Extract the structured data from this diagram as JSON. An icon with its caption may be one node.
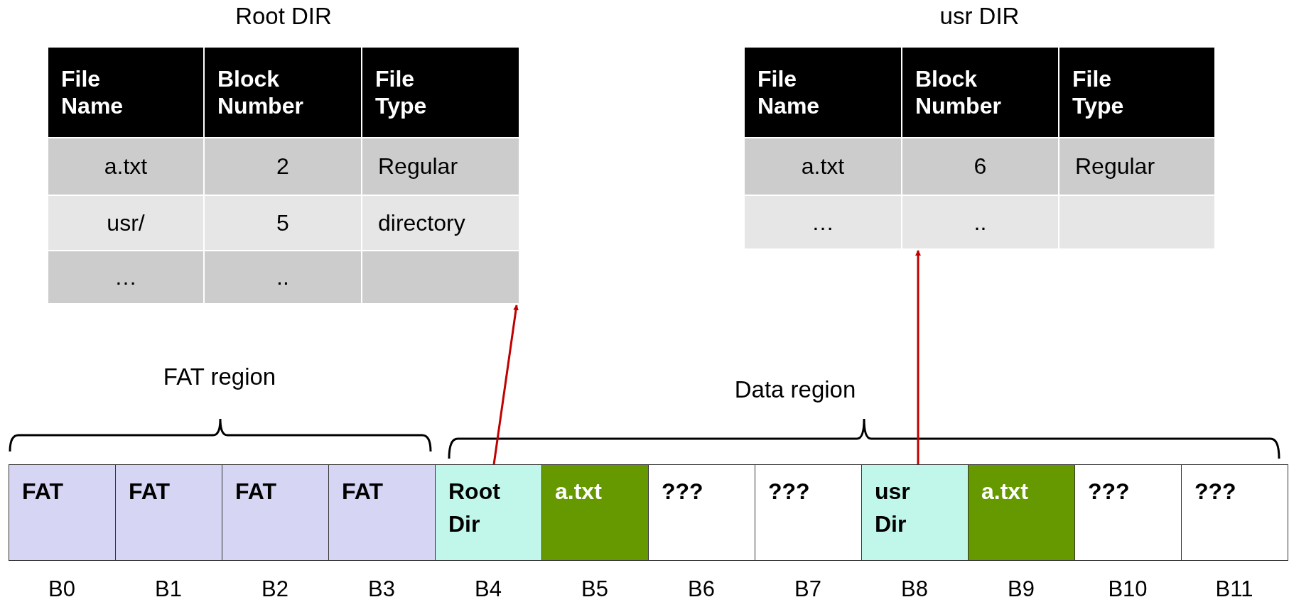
{
  "diagram": {
    "nodes": [
      {
        "text": [
          "Root DIR"
        ]
      },
      {
        "text": [
          "File Name"
        ],
        "in": 0
      },
      {
        "text": [
          "Block Number"
        ],
        "in": 0
      },
      {
        "text": [
          "File Type"
        ],
        "in": 0
      },
      {
        "text": [
          "a.txt"
        ],
        "in": 0
      },
      {
        "text": [
          "2"
        ],
        "in": 0
      },
      {
        "text": [
          "Regular"
        ],
        "in": 0
      },
      {
        "text": [
          "usr/"
        ],
        "in": 0
      },
      {
        "text": [
          "5"
        ],
        "in": 0
      },
      {
        "text": [
          "directory"
        ],
        "in": 0
      },
      {
        "text": [
          "…"
        ],
        "in": 0
      },
      {
        "text": [
          ".."
        ],
        "in": 0
      },
      {
        "text": [],
        "shape": "box",
        "in": 0
      },
      {
        "text": [
          "usr DIR"
        ]
      },
      {
        "text": [
          "File Name"
        ],
        "in": 13
      },
      {
        "text": [
          "Block Number"
        ],
        "in": 13
      },
      {
        "text": [
          "File Type"
        ],
        "in": 13
      },
      {
        "text": [
          "a.txt"
        ],
        "in": 13
      },
      {
        "text": [
          "6"
        ],
        "in": 13
      },
      {
        "text": [
          "Regular"
        ],
        "in": 13
      },
      {
        "text": [
          "…"
        ],
        "in": 13
      },
      {
        "text": [
          ".."
        ],
        "in": 13
      },
      {
        "text": [],
        "shape": "box",
        "in": 13
      },
      {
        "text": [
          "FAT"
        ],
        "beside": [
          "B0"
        ]
      },
      {
        "text": [
          "FAT"
        ],
        "beside": [
          "B1"
        ]
      },
      {
        "text": [
          "FAT"
        ],
        "beside": [
          "B2"
        ]
      },
      {
        "text": [
          "FAT"
        ],
        "beside": [
          "B3"
        ]
      },
      {
        "text": [
          "Root Dir"
        ],
        "beside": [
          "B4"
        ]
      },
      {
        "text": [
          "a.txt"
        ],
        "beside": [
          "B5"
        ]
      },
      {
        "text": [
          "???"
        ],
        "beside": [
          "B6"
        ]
      },
      {
        "text": [
          "???"
        ],
        "beside": [
          "B7"
        ]
      },
      {
        "text": [
          "usr Dir"
        ],
        "beside": [
          "B8"
        ]
      },
      {
        "text": [
          "a.txt"
        ],
        "beside": [
          "B9"
        ]
      },
      {
        "text": [
          "???"
        ],
        "beside": [
          "B10"
        ]
      },
      {
        "text": [
          "???"
        ],
        "beside": [
          "B11"
        ]
      }
    ],
    "edges": [
      {
        "from": 27,
        "to": 0,
        "arrow": "to"
      },
      {
        "from": 31,
        "to": 13,
        "arrow": "to"
      }
    ],
    "labels": [
      "FAT region",
      "Data region"
    ]
  }
}
